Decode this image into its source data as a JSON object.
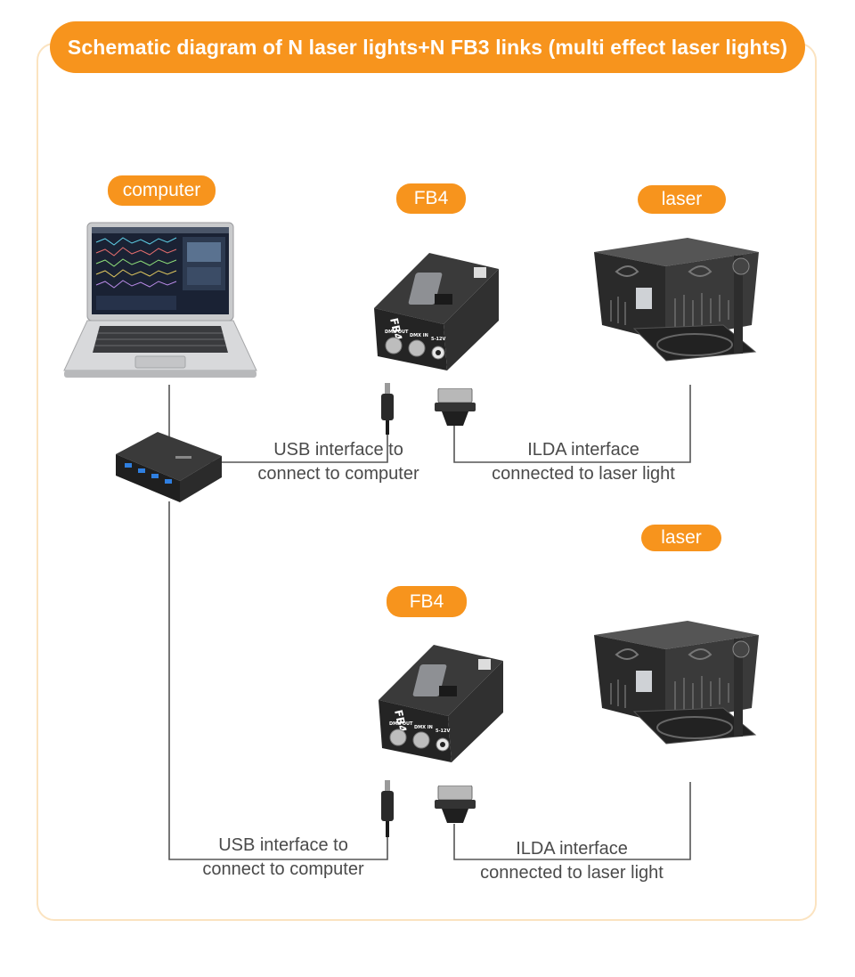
{
  "title": "Schematic diagram of N laser lights+N FB3 links (multi effect laser lights)",
  "labels": {
    "computer": "computer",
    "controller_1": "FB4",
    "controller_2": "FB4",
    "laser_1": "laser",
    "laser_2": "laser"
  },
  "captions": {
    "usb_1_line1": "USB interface to",
    "usb_1_line2": "connect to computer",
    "ilda_1_line1": "ILDA interface",
    "ilda_1_line2": "connected to laser light",
    "usb_2_line1": "USB interface to",
    "usb_2_line2": "connect to computer",
    "ilda_2_line1": "ILDA interface",
    "ilda_2_line2": "connected to laser light"
  },
  "device_text": {
    "fb4_logo": "FB4",
    "dmx_out": "DMX OUT",
    "dmx_in": "DMX IN",
    "power": "5-12V"
  },
  "colors": {
    "accent": "#f7941d",
    "frame": "#fbe3c0",
    "text": "#4a4a4a",
    "line": "#555555"
  }
}
